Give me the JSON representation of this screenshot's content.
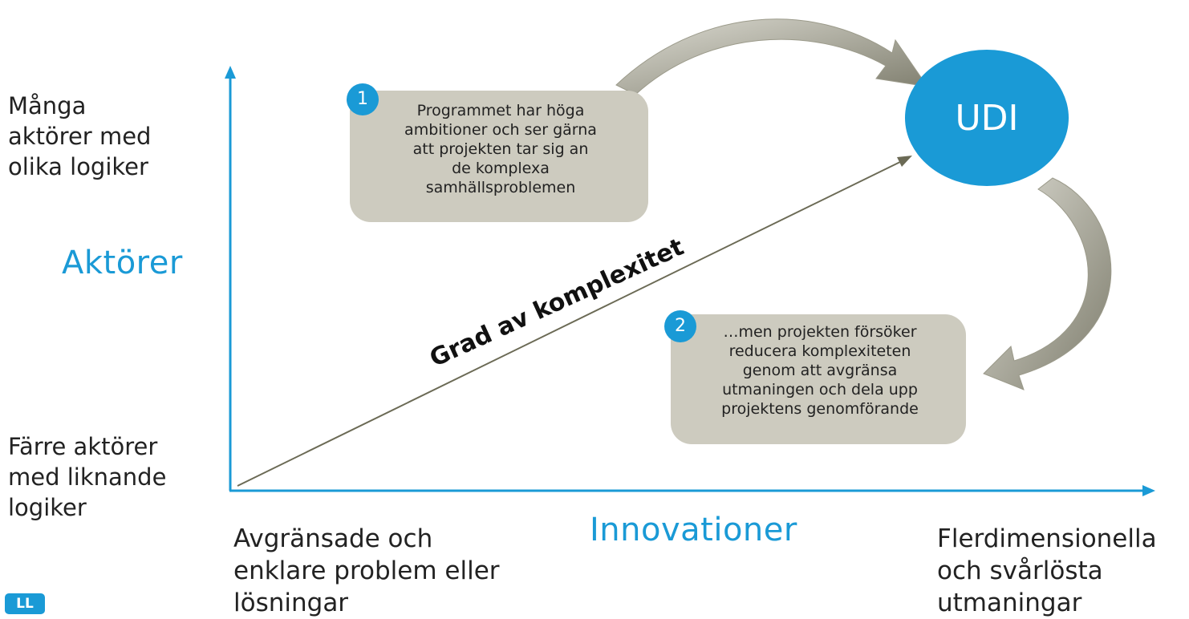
{
  "y_axis": {
    "title": "Aktörer",
    "top_label": "Många\naktörer med\nolika logiker",
    "bottom_label": "Färre aktörer\nmed liknande\nlogiker"
  },
  "x_axis": {
    "title": "Innovationer",
    "left_label": "Avgränsade och\nenklare problem eller\nlösningar",
    "right_label": "Flerdimensionella\noch svårlösta\nutmaningar"
  },
  "diagonal_label": "Grad av komplexitet",
  "udi_label": "UDI",
  "box1": {
    "number": "1",
    "text": "Programmet har höga\nambitioner och ser gärna\natt projekten tar sig an\nde komplexa\nsamhällsproblemen"
  },
  "box2": {
    "number": "2",
    "text": "…men projekten försöker\nreducera komplexiteten\ngenom att avgränsa\nutmaningen och dela upp\nprojektens genomförande"
  },
  "logo_text": "LL",
  "colors": {
    "accent": "#1a9ad6",
    "box_fill": "#cdcbbf",
    "curved_arrow": "#a9a899",
    "diagonal_arrow": "#6b6a55"
  }
}
